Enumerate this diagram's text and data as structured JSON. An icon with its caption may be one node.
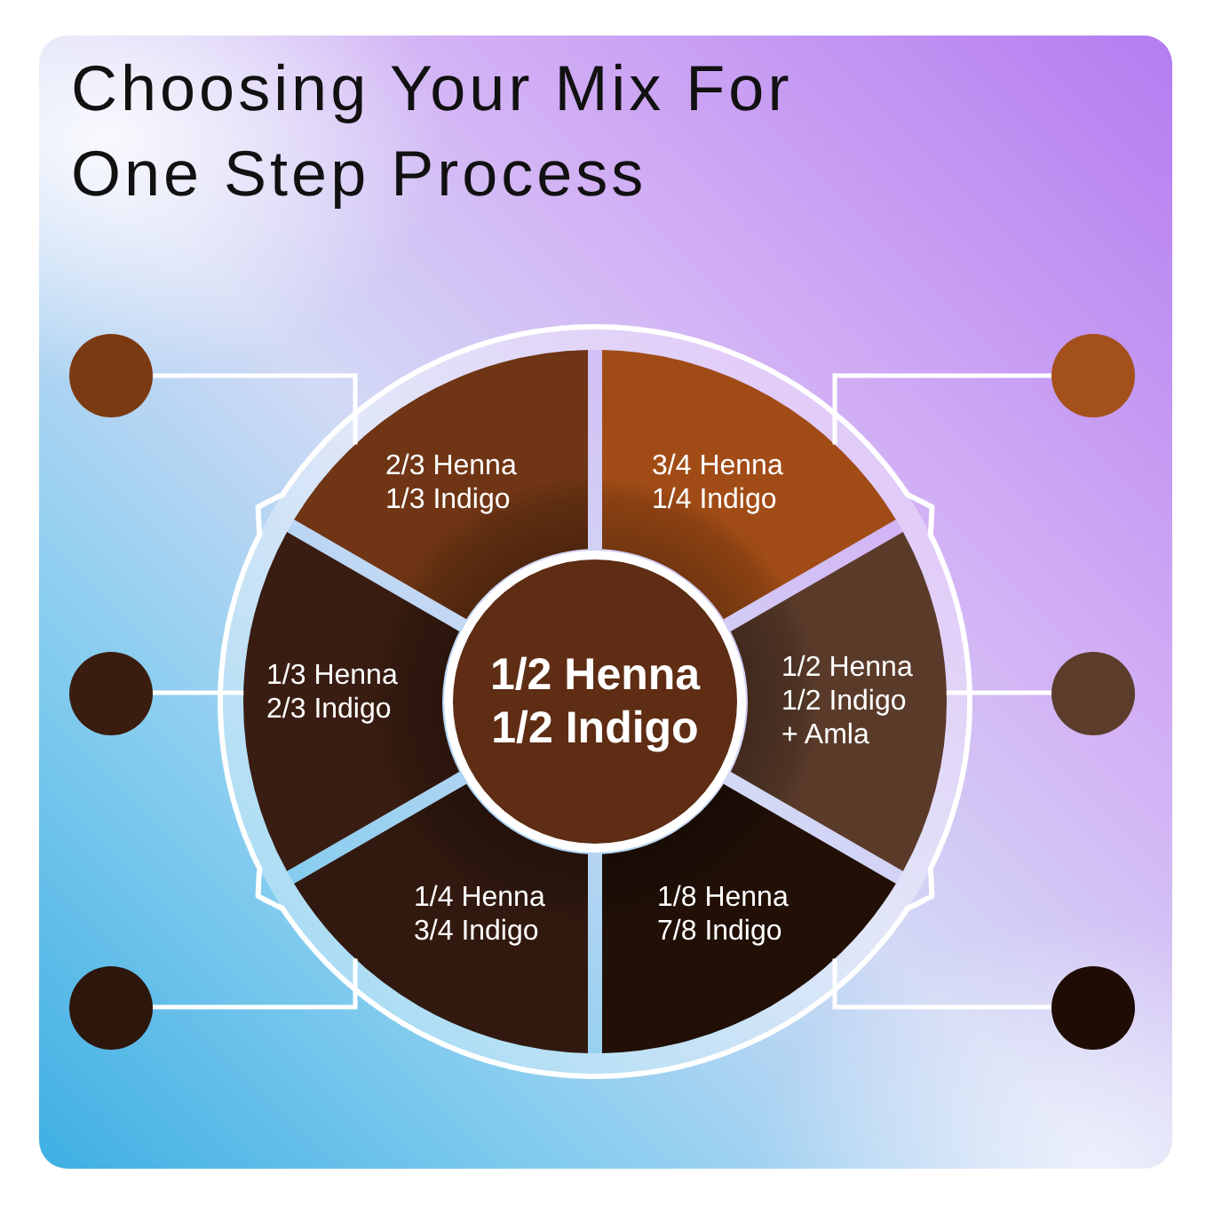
{
  "diagram": {
    "title": "Choosing Your Mix For One Step Process",
    "nodes": [
      {
        "text": [],
        "shape": "circle"
      },
      {
        "text": [],
        "shape": "circle"
      },
      {
        "text": [
          "2/3 Henna 1/3 Indigo"
        ]
      },
      {
        "text": [
          "3/4 Henna 1/4 Indigo"
        ]
      },
      {
        "text": [],
        "shape": "circle"
      },
      {
        "text": [
          "1/3 Henna 2/3 Indigo"
        ]
      },
      {
        "text": [
          "1/2 Henna 1/2 Indigo"
        ]
      },
      {
        "text": [
          "1/2 Henna 1/2 Indigo + Amla"
        ]
      },
      {
        "text": [],
        "shape": "circle"
      },
      {
        "text": [
          "1/4 Henna 3/4 Indigo"
        ]
      },
      {
        "text": [
          "1/8 Henna 7/8 Indigo"
        ]
      },
      {
        "text": [],
        "shape": "circle"
      },
      {
        "text": [],
        "shape": "circle"
      }
    ],
    "edges": [
      {
        "from": 0,
        "to": 2,
        "arrow": "none"
      },
      {
        "from": 1,
        "to": 3,
        "arrow": "none"
      },
      {
        "from": 4,
        "to": 5,
        "arrow": "none"
      },
      {
        "from": 8,
        "to": 7,
        "arrow": "none"
      },
      {
        "from": 11,
        "to": 9,
        "arrow": "none"
      },
      {
        "from": 12,
        "to": 10,
        "arrow": "none"
      }
    ]
  }
}
